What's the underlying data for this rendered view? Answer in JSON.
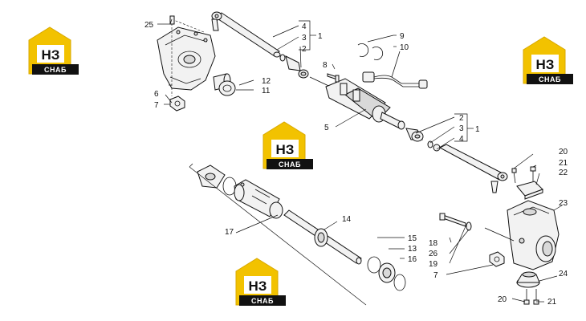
{
  "watermark": {
    "initials": "HЗ",
    "caption": "СНАБ",
    "brand_color": "#f2c200"
  },
  "callouts": [
    "1",
    "2",
    "3",
    "4",
    "5",
    "6",
    "7",
    "8",
    "9",
    "10",
    "11",
    "12",
    "13",
    "14",
    "15",
    "16",
    "17",
    "18",
    "19",
    "20",
    "21",
    "22",
    "23",
    "24",
    "25",
    "26"
  ]
}
